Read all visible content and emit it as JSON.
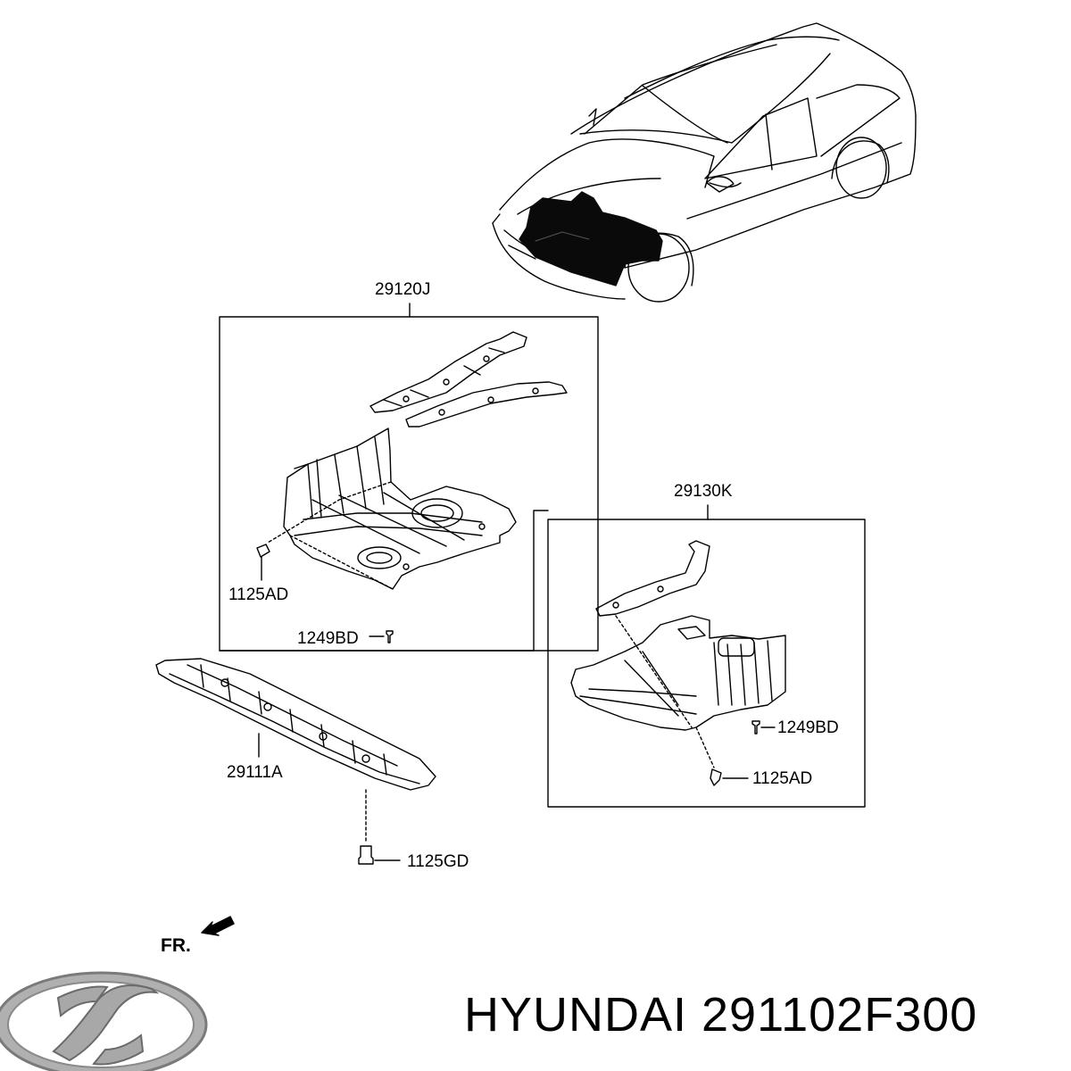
{
  "labels": {
    "assy_main": "29120J",
    "assy_right": "29130K",
    "part_front": "29111A",
    "bolt_left": "1125AD",
    "clip_left": "1249BD",
    "clip_right": "1249BD",
    "bolt_right": "1125AD",
    "bolt_bottom": "1125GD",
    "front_dir": "FR."
  },
  "brand": {
    "name": "HYUNDAI",
    "part_number": "291102F300",
    "title": "HYUNDAI 291102F300"
  },
  "colors": {
    "line": "#000000",
    "fill_dark": "#0a0a0a",
    "logo_silver": "#9a9a9a"
  }
}
